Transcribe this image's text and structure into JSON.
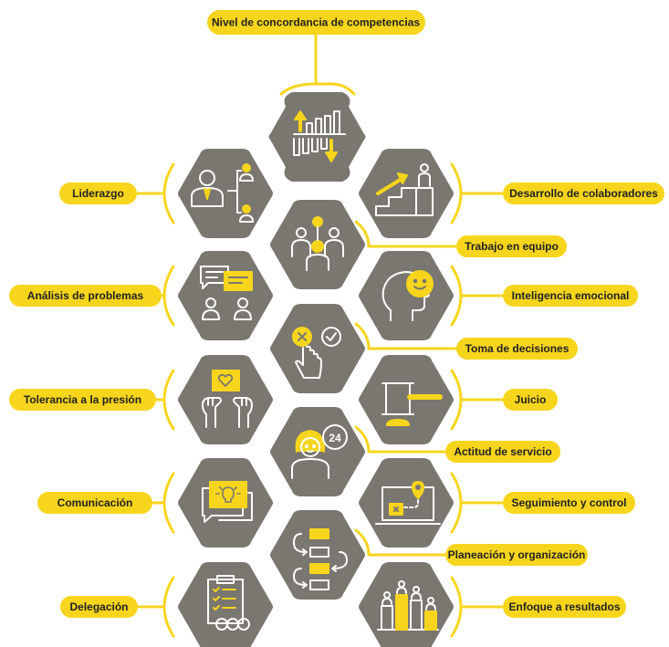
{
  "colors": {
    "hexagon": "#7a7670",
    "accent": "#f7d51d",
    "line": "#f7d51d",
    "icon_stroke": "#ffffff",
    "text": "#222222"
  },
  "title": "Nivel de concordancia de competencias",
  "competencies": [
    {
      "label": "Liderazgo",
      "icon": "leader-org-chart-icon"
    },
    {
      "label": "Desarrollo de colaboradores",
      "icon": "growth-stairs-icon"
    },
    {
      "label": "Trabajo en equipo",
      "icon": "team-group-icon"
    },
    {
      "label": "Análisis de problemas",
      "icon": "chat-bubbles-icon"
    },
    {
      "label": "Inteligencia emocional",
      "icon": "head-smile-icon"
    },
    {
      "label": "Toma de decisiones",
      "icon": "decision-hand-icon"
    },
    {
      "label": "Tolerancia a la presión",
      "icon": "raised-fists-icon"
    },
    {
      "label": "Juicio",
      "icon": "gavel-icon"
    },
    {
      "label": "Actitud de servicio",
      "icon": "service-24-icon"
    },
    {
      "label": "Comunicación",
      "icon": "presentation-idea-icon"
    },
    {
      "label": "Seguimiento y control",
      "icon": "laptop-route-icon"
    },
    {
      "label": "Planeación y organización",
      "icon": "process-flow-icon"
    },
    {
      "label": "Delegación",
      "icon": "clipboard-team-icon"
    },
    {
      "label": "Enfoque a resultados",
      "icon": "podium-people-icon"
    }
  ],
  "top_hexagon_icon": "bar-chart-arrows-icon"
}
